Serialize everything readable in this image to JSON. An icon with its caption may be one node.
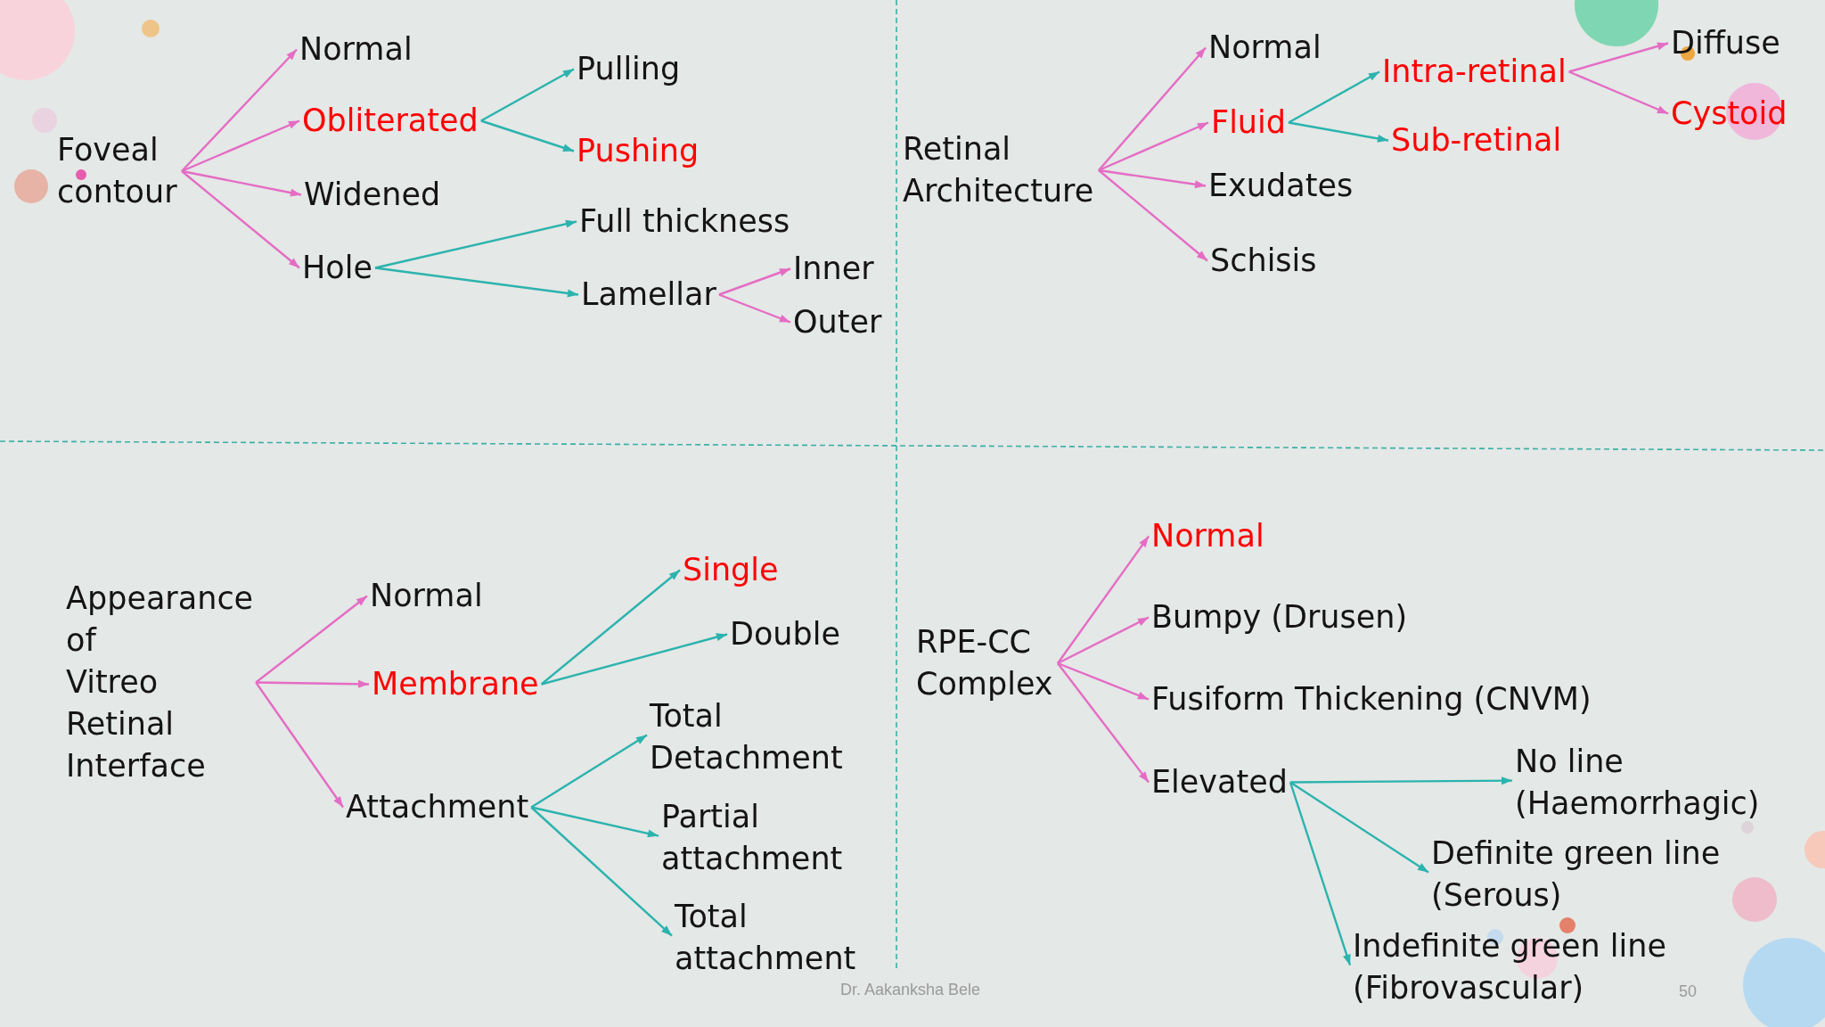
{
  "diagram": {
    "nodes": [
      {
        "text": [
          "Foveal contour"
        ]
      },
      {
        "text": [
          "Normal"
        ]
      },
      {
        "text": [
          "Obliterated"
        ]
      },
      {
        "text": [
          "Widened"
        ]
      },
      {
        "text": [
          "Hole"
        ]
      },
      {
        "text": [
          "Pulling"
        ]
      },
      {
        "text": [
          "Pushing"
        ]
      },
      {
        "text": [
          "Full thickness"
        ]
      },
      {
        "text": [
          "Lamellar"
        ]
      },
      {
        "text": [
          "Inner"
        ]
      },
      {
        "text": [
          "Outer"
        ]
      },
      {
        "text": [
          "Retinal Architecture"
        ]
      },
      {
        "text": [
          "Normal"
        ]
      },
      {
        "text": [
          "Fluid"
        ]
      },
      {
        "text": [
          "Exudates"
        ]
      },
      {
        "text": [
          "Schisis"
        ]
      },
      {
        "text": [
          "Intra-retinal"
        ]
      },
      {
        "text": [
          "Sub-retinal"
        ]
      },
      {
        "text": [
          "Diffuse"
        ]
      },
      {
        "text": [
          "Cystoid"
        ]
      },
      {
        "text": [
          "Appearance of Vitreo Retinal Interface"
        ]
      },
      {
        "text": [
          "Normal"
        ]
      },
      {
        "text": [
          "Membrane"
        ]
      },
      {
        "text": [
          "Attachment"
        ]
      },
      {
        "text": [
          "Single"
        ]
      },
      {
        "text": [
          "Double"
        ]
      },
      {
        "text": [
          "Total Detachment"
        ]
      },
      {
        "text": [
          "Partial attachment"
        ]
      },
      {
        "text": [
          "Total attachment"
        ]
      },
      {
        "text": [
          "RPE-CC Complex"
        ]
      },
      {
        "text": [
          "Normal"
        ]
      },
      {
        "text": [
          "Bumpy (Drusen)"
        ]
      },
      {
        "text": [
          "Fusiform Thickening (CNVM)"
        ]
      },
      {
        "text": [
          "Elevated"
        ]
      },
      {
        "text": [
          "No line (Haemorrhagic)"
        ]
      },
      {
        "text": [
          "Definite green line (Serous)"
        ]
      },
      {
        "text": [
          "Indefinite green line (Fibrovascular)"
        ]
      }
    ],
    "edges": [
      {
        "from": 0,
        "to": 1,
        "arrow": "to"
      },
      {
        "from": 0,
        "to": 2,
        "arrow": "to"
      },
      {
        "from": 0,
        "to": 3,
        "arrow": "to"
      },
      {
        "from": 0,
        "to": 4,
        "arrow": "to"
      },
      {
        "from": 2,
        "to": 5,
        "arrow": "to",
        "color": "#2bb3ae"
      },
      {
        "from": 2,
        "to": 6,
        "arrow": "to",
        "color": "#2bb3ae"
      },
      {
        "from": 4,
        "to": 7,
        "arrow": "to",
        "color": "#2bb3ae"
      },
      {
        "from": 4,
        "to": 8,
        "arrow": "to",
        "color": "#2bb3ae"
      },
      {
        "from": 8,
        "to": 9,
        "arrow": "to"
      },
      {
        "from": 8,
        "to": 10,
        "arrow": "to"
      },
      {
        "from": 11,
        "to": 12,
        "arrow": "to"
      },
      {
        "from": 11,
        "to": 13,
        "arrow": "to"
      },
      {
        "from": 11,
        "to": 14,
        "arrow": "to"
      },
      {
        "from": 11,
        "to": 15,
        "arrow": "to"
      },
      {
        "from": 13,
        "to": 16,
        "arrow": "to",
        "color": "#2bb3ae"
      },
      {
        "from": 13,
        "to": 17,
        "arrow": "to",
        "color": "#2bb3ae"
      },
      {
        "from": 16,
        "to": 18,
        "arrow": "to"
      },
      {
        "from": 16,
        "to": 19,
        "arrow": "to"
      },
      {
        "from": 20,
        "to": 21,
        "arrow": "to"
      },
      {
        "from": 20,
        "to": 22,
        "arrow": "to"
      },
      {
        "from": 20,
        "to": 23,
        "arrow": "to"
      },
      {
        "from": 22,
        "to": 24,
        "arrow": "to",
        "color": "#2bb3ae"
      },
      {
        "from": 22,
        "to": 25,
        "arrow": "to",
        "color": "#2bb3ae"
      },
      {
        "from": 23,
        "to": 26,
        "arrow": "to",
        "color": "#2bb3ae"
      },
      {
        "from": 23,
        "to": 27,
        "arrow": "to",
        "color": "#2bb3ae"
      },
      {
        "from": 23,
        "to": 28,
        "arrow": "to",
        "color": "#2bb3ae"
      },
      {
        "from": 29,
        "to": 30,
        "arrow": "to"
      },
      {
        "from": 29,
        "to": 31,
        "arrow": "to"
      },
      {
        "from": 29,
        "to": 32,
        "arrow": "to"
      },
      {
        "from": 29,
        "to": 33,
        "arrow": "to"
      },
      {
        "from": 33,
        "to": 34,
        "arrow": "to",
        "color": "#2bb3ae"
      },
      {
        "from": 33,
        "to": 35,
        "arrow": "to",
        "color": "#2bb3ae"
      },
      {
        "from": 33,
        "to": 36,
        "arrow": "to",
        "color": "#2bb3ae"
      }
    ],
    "labels": [
      "Dr. Aakanksha Bele",
      "50"
    ]
  }
}
